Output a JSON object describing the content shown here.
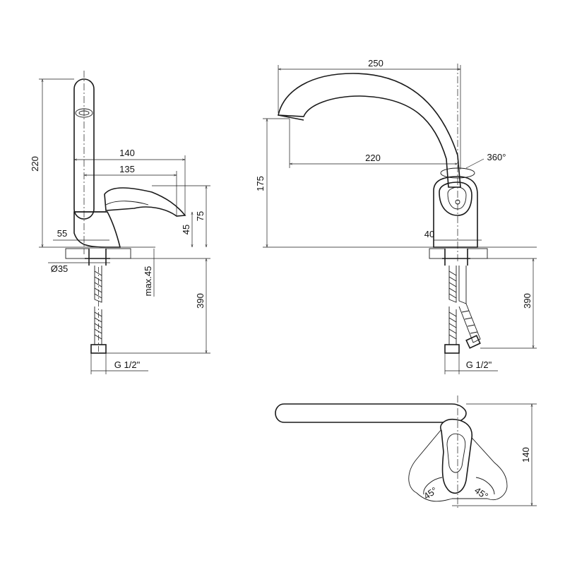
{
  "side_view": {
    "height_total": "220",
    "lever_reach": "140",
    "lever_reach_inner": "135",
    "base_height": "55",
    "lever_height_low": "45",
    "lever_height_high": "75",
    "hole_diameter": "Ø35",
    "max_thickness": "max.45",
    "hose_length": "390",
    "thread": "G 1/2\""
  },
  "front_view": {
    "spout_reach_total": "250",
    "spout_reach": "220",
    "spout_height": "175",
    "rotation": "360°",
    "body_width": "40",
    "hose_length": "390",
    "thread": "G 1/2\""
  },
  "top_view": {
    "depth": "140",
    "angle_left": "45°",
    "angle_right": "45°"
  }
}
